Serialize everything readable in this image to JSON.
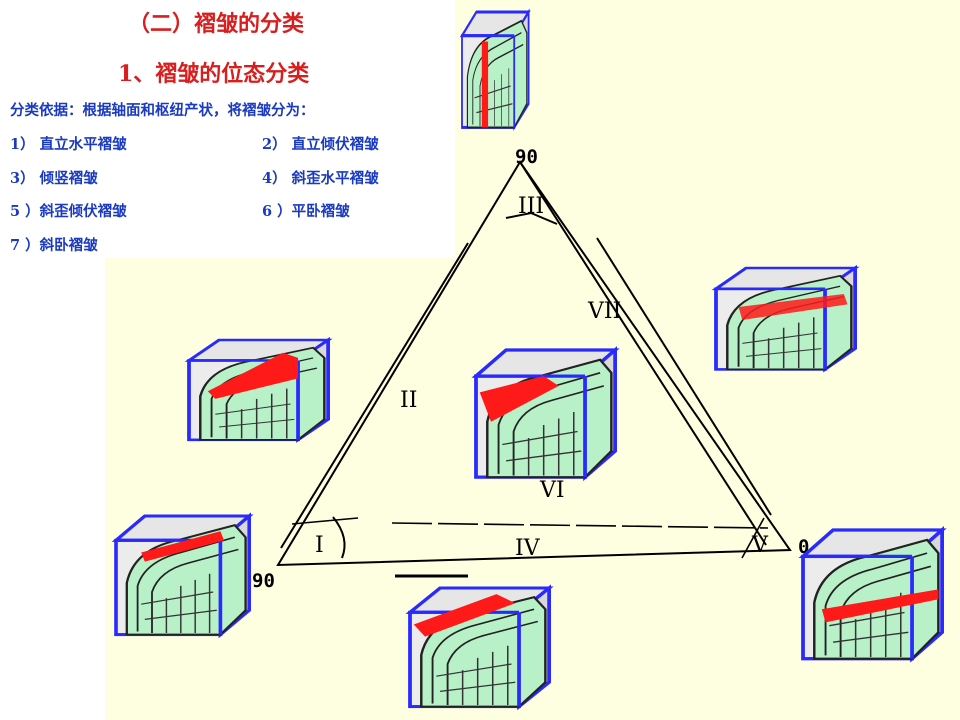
{
  "section_title": "（二）褶皱的分类",
  "subtitle": "1、褶皱的位态分类",
  "basis_text": "分类依据：根据轴面和枢纽产状，将褶皱分为：",
  "items": [
    "1） 直立水平褶皱",
    "2） 直立倾伏褶皱",
    "3） 倾竖褶皱",
    "4） 斜歪水平褶皱",
    "5 ）斜歪倾伏褶皱",
    "6 ）平卧褶皱",
    "7 ）斜卧褶皱"
  ],
  "diagram": {
    "corner_labels": {
      "top": "90",
      "left": "90",
      "right": "0"
    },
    "region_labels": [
      "I",
      "II",
      "III",
      "IV",
      "V",
      "VI",
      "VII"
    ]
  },
  "colors": {
    "title": "#d81e1e",
    "text": "#1a3ac0",
    "block_edge": "#2a2aff",
    "fold_surface": "#b8f0c8",
    "axial_plane": "#ff1a1a",
    "background": "#fefee0"
  }
}
